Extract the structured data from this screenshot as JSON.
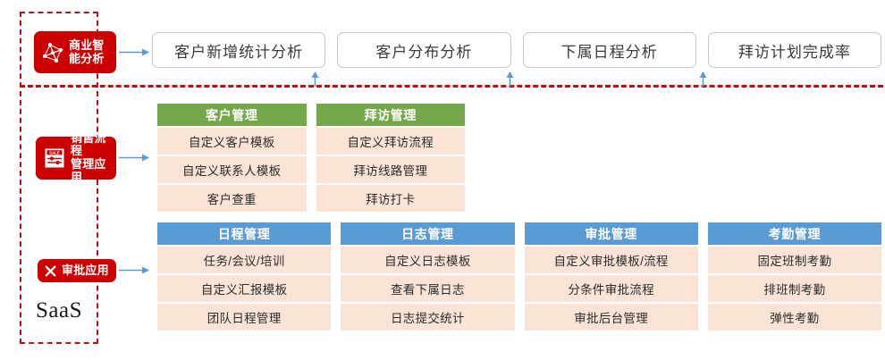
{
  "colors": {
    "brand_red": "#cc0000",
    "dashed_red": "#bb1111",
    "arrow_blue": "#5b9bd5",
    "header_green": "#74a84b",
    "header_blue": "#5b9bd5",
    "cell_peach": "#fbe3d5"
  },
  "sidebar": {
    "platform_label": "SaaS",
    "badges": [
      {
        "id": "bi",
        "label": "商业智\n能分析",
        "icon": "network-graph-icon"
      },
      {
        "id": "sales",
        "label": "销售流程\n管理应用",
        "icon": "sale-document-icon"
      },
      {
        "id": "approval",
        "label": "审批应用",
        "icon": "cross-mark-icon"
      }
    ]
  },
  "topbar": {
    "buttons": [
      {
        "label": "客户新增统计分析"
      },
      {
        "label": "客户分布分析"
      },
      {
        "label": "下属日程分析"
      },
      {
        "label": "拜访计划完成率"
      }
    ]
  },
  "groups": [
    {
      "id": "sales-process",
      "header_color": "green",
      "columns": [
        {
          "header": "客户管理",
          "items": [
            "自定义客户模板",
            "自定义联系人模板",
            "客户查重"
          ]
        },
        {
          "header": "拜访管理",
          "items": [
            "自定义拜访流程",
            "拜访线路管理",
            "拜访打卡"
          ]
        }
      ]
    },
    {
      "id": "approval-apps",
      "header_color": "blue",
      "columns": [
        {
          "header": "日程管理",
          "items": [
            "任务/会议/培训",
            "自定义汇报模板",
            "团队日程管理"
          ]
        },
        {
          "header": "日志管理",
          "items": [
            "自定义日志模板",
            "查看下属日志",
            "日志提交统计"
          ]
        },
        {
          "header": "审批管理",
          "items": [
            "自定义审批模板/流程",
            "分条件审批流程",
            "审批后台管理"
          ]
        },
        {
          "header": "考勤管理",
          "items": [
            "固定班制考勤",
            "排班制考勤",
            "弹性考勤"
          ]
        }
      ]
    }
  ]
}
